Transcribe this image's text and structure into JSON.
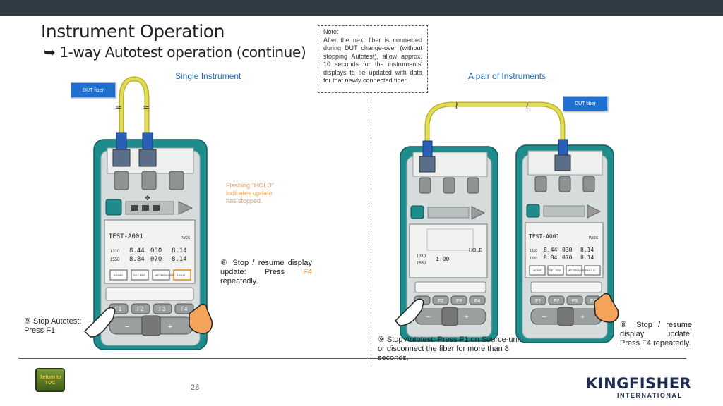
{
  "slide": {
    "title": "Instrument Operation",
    "subtitle_arrow": "➥",
    "subtitle": "1-way Autotest operation (continue)",
    "page_number": "28"
  },
  "sections": {
    "single_label": "Single Instrument",
    "pair_label": "A pair of Instruments"
  },
  "note": {
    "heading": "Note:",
    "body": "After the next fiber is connected during DUT change-over (without stopping Autotest), allow approx. 10 seconds for the instruments' displays to be updated with data for that newly connected fiber."
  },
  "tags": {
    "dut_fiber_left": "DUT fiber",
    "dut_fiber_right": "DUT fiber"
  },
  "callouts": {
    "flashing_hold": "Flashing \"HOLD\" indicates update has stopped.",
    "step8_left_title": "⑧ Stop / resume display update:",
    "step8_left_press": " Press ",
    "step8_left_key": "F4",
    "step8_left_tail": " repeatedly.",
    "step9_left_title": "⑨ Stop Autotest:",
    "step9_left_press": "Press ",
    "step9_left_key": "F1",
    "step9_left_tail": ".",
    "step9_right_title": "⑨ Stop Autotest:",
    "step9_right_body": " Press F1 on Source-unit or disconnect the fiber for more than 8 seconds.",
    "step8_right_title": "⑧ Stop / resume display update:",
    "step8_right_body": " Press F4 repeatedly."
  },
  "device": {
    "lcd_mode": "TEST-A001",
    "lcd_pass": "PASS",
    "lcd_hold": "HOLD",
    "wl1": "1310",
    "wl2": "1550",
    "v1a": "8.44",
    "v1b": "030",
    "v1c": "8.14",
    "v2a": "8.84",
    "v2b": "070",
    "v2c": "8.14",
    "right_wl1": "1310",
    "right_wl2": "1550",
    "right_v1": "1.00",
    "key_f1": "F1",
    "key_f2": "F2",
    "key_f3": "F3",
    "key_f4": "F4",
    "key_minus": "−",
    "key_plus": "+",
    "soft_home": "HOME",
    "soft_setref": "SET REF",
    "soft_meter": "METER MODE",
    "soft_hold": "HOLD"
  },
  "footer": {
    "toc_button": "Return to TOC",
    "logo_main": "KINGFISHER",
    "logo_sub": "INTERNATIONAL"
  },
  "colors": {
    "device_body": "#1e8c8c",
    "fiber": "#d4cf3a",
    "connector": "#2a5fb8",
    "link": "#1f6fc0",
    "accent_orange": "#e08a1e"
  }
}
